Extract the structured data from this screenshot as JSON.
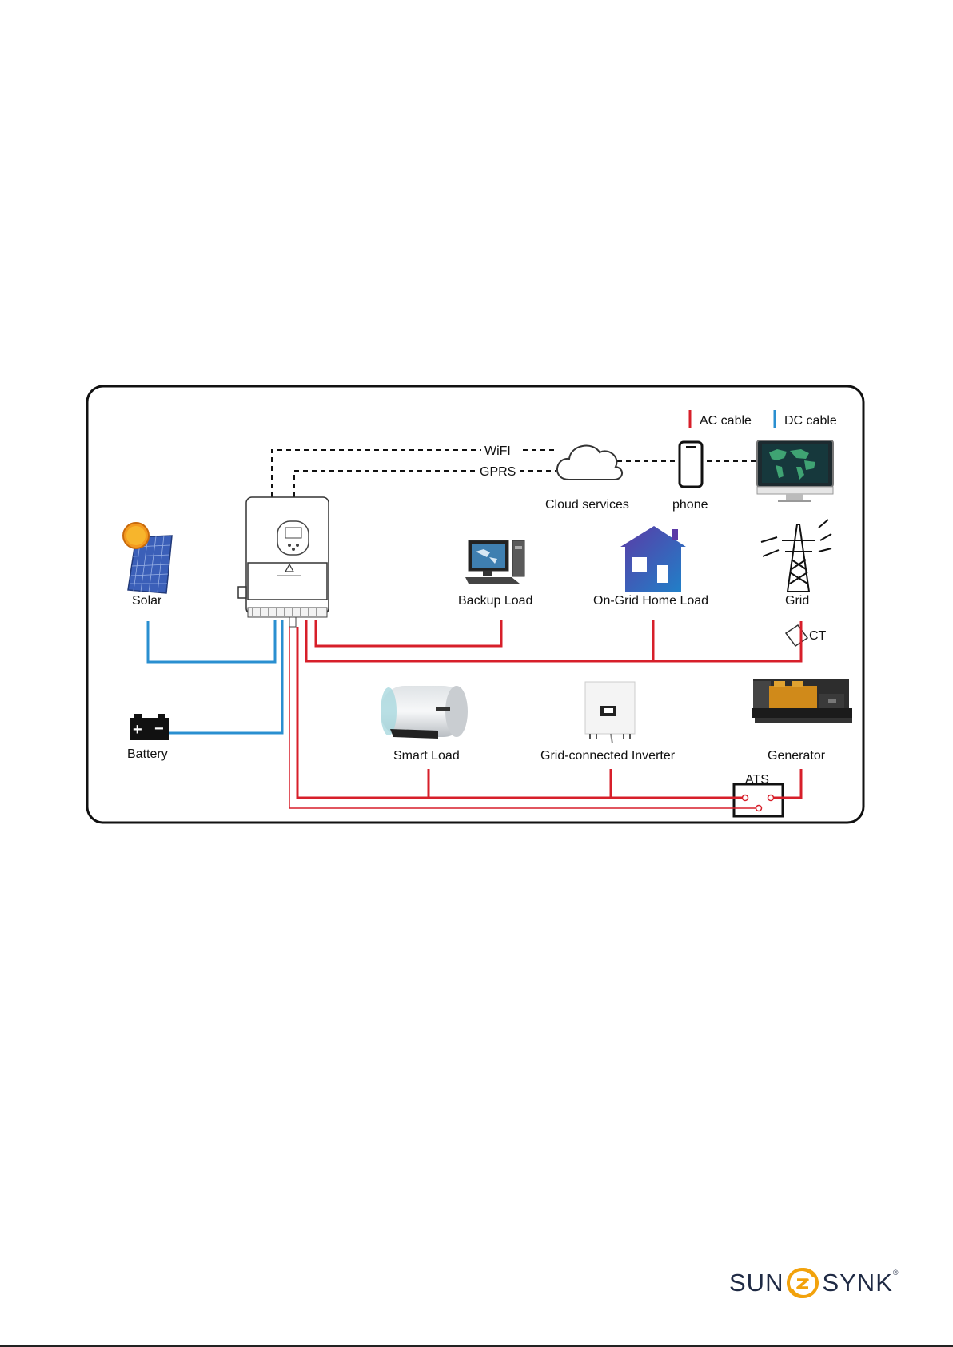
{
  "legend": {
    "ac_label": "AC cable",
    "dc_label": "DC cable",
    "ac_color": "#d71f2a",
    "dc_color": "#2a8fd0"
  },
  "comms": {
    "wifi": "WiFI",
    "gprs": "GPRS"
  },
  "nodes": {
    "cloud": "Cloud services",
    "phone": "phone",
    "solar": "Solar",
    "backup_load": "Backup Load",
    "home_load": "On-Grid Home Load",
    "grid": "Grid",
    "ct": "CT",
    "battery": "Battery",
    "battery_plus": "+",
    "battery_minus": "−",
    "smart_load": "Smart Load",
    "grid_inverter": "Grid-connected Inverter",
    "generator": "Generator",
    "ats": "ATS"
  },
  "brand": {
    "left": "SUN",
    "right": "SYNK",
    "reg": "®",
    "accent": "#f2a20c"
  }
}
